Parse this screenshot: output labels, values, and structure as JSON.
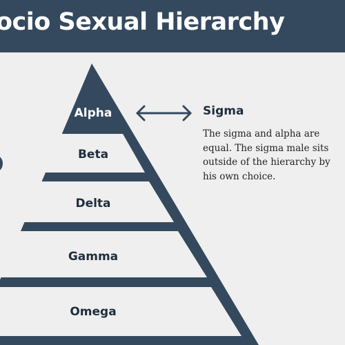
{
  "header": {
    "title": "ocio Sexual Hierarchy"
  },
  "hierarchy": {
    "levels": [
      {
        "label": "Alpha"
      },
      {
        "label": "Beta"
      },
      {
        "label": "Delta"
      },
      {
        "label": "Gamma"
      },
      {
        "label": "Omega"
      }
    ]
  },
  "sigma": {
    "title": "Sigma",
    "description": "The sigma and alpha are equal. The sigma male sits outside of the hierarchy by his own choice."
  },
  "colors": {
    "navy": "#34495e",
    "background": "#efefef",
    "tier_fill": "#efefef",
    "text_dark": "#1f2d3d",
    "text_light": "#ffffff"
  }
}
